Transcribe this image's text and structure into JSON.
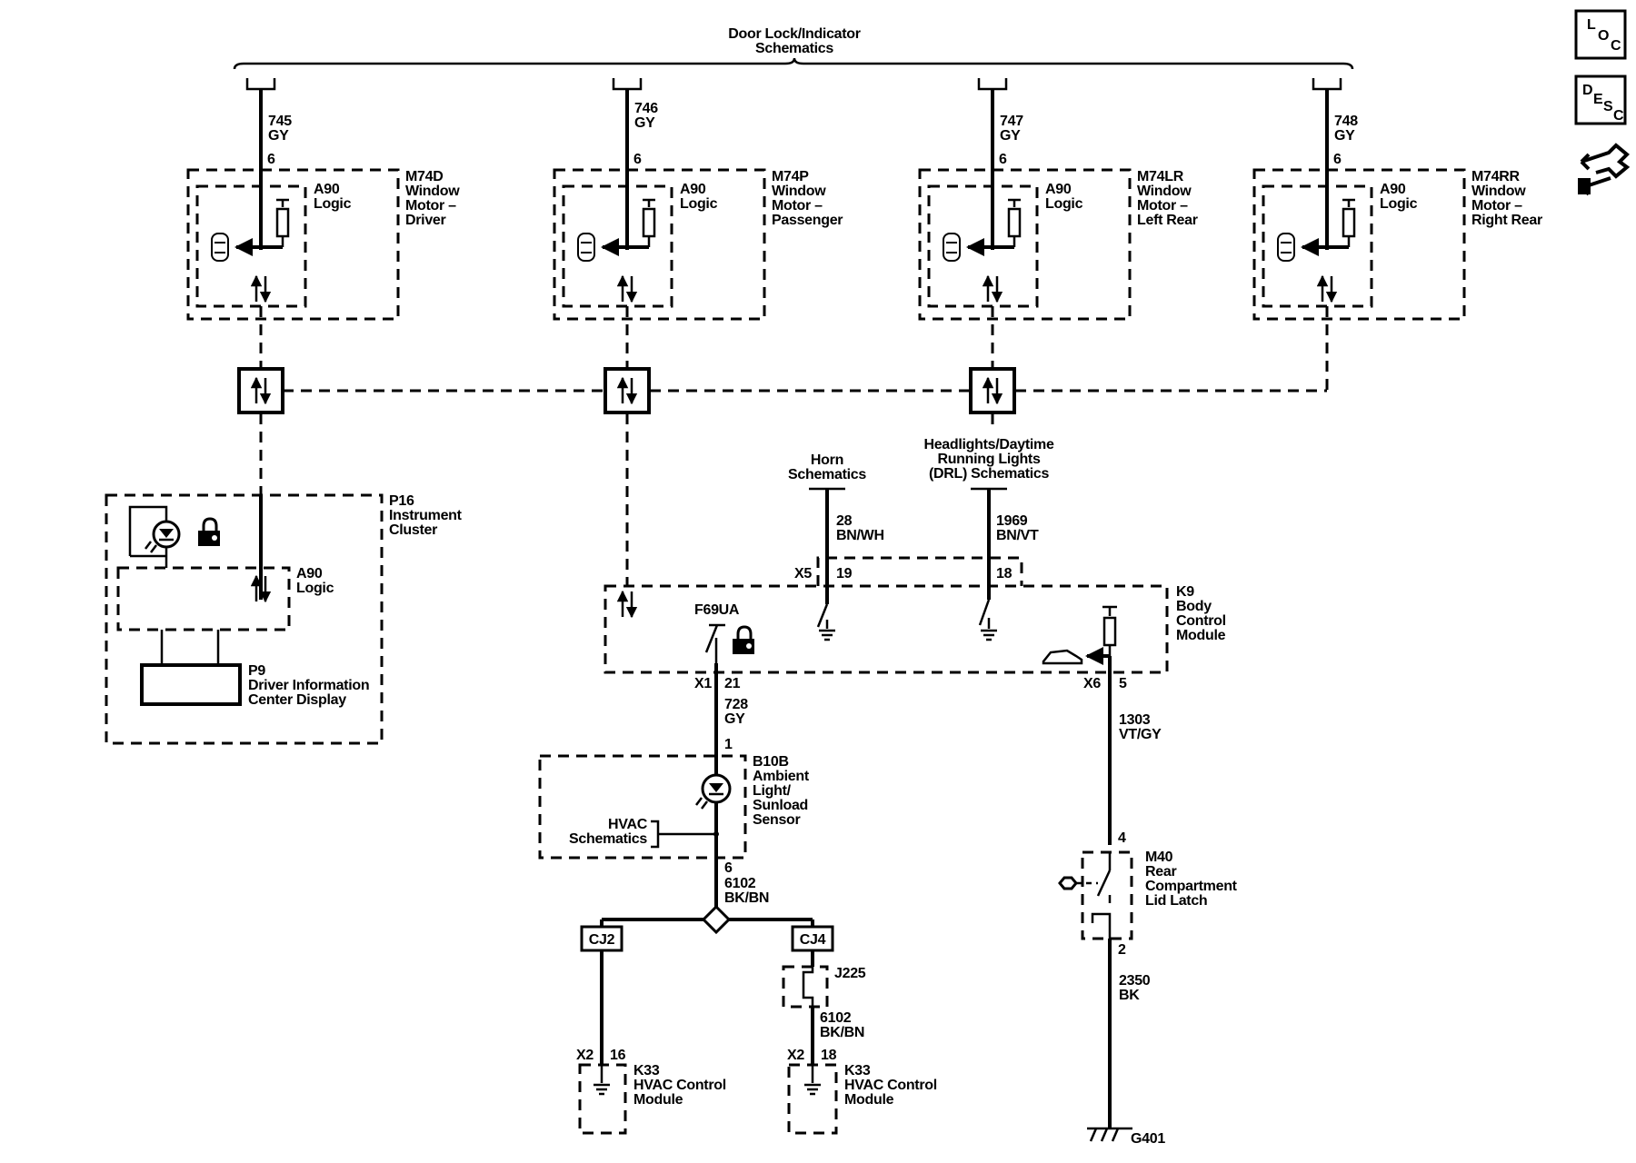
{
  "top_ref": {
    "line1": "Door Lock/Indicator",
    "line2": "Schematics"
  },
  "nav": {
    "loc": {
      "l": "L",
      "o": "O",
      "c": "C"
    },
    "desc": {
      "d": "D",
      "e": "E",
      "s": "S",
      "c": "C"
    }
  },
  "motors": [
    {
      "circuit": "745",
      "color": "GY",
      "pin": "6",
      "logic1": "A90",
      "logic2": "Logic",
      "code": "M74D",
      "name": [
        "Window",
        "Motor –",
        "Driver"
      ]
    },
    {
      "circuit": "746",
      "color": "GY",
      "pin": "6",
      "logic1": "A90",
      "logic2": "Logic",
      "code": "M74P",
      "name": [
        "Window",
        "Motor –",
        "Passenger"
      ]
    },
    {
      "circuit": "747",
      "color": "GY",
      "pin": "6",
      "logic1": "A90",
      "logic2": "Logic",
      "code": "M74LR",
      "name": [
        "Window",
        "Motor –",
        "Left Rear"
      ]
    },
    {
      "circuit": "748",
      "color": "GY",
      "pin": "6",
      "logic1": "A90",
      "logic2": "Logic",
      "code": "M74RR",
      "name": [
        "Window",
        "Motor –",
        "Right Rear"
      ]
    }
  ],
  "cluster": {
    "code": "P16",
    "name": [
      "Instrument",
      "Cluster"
    ],
    "logic1": "A90",
    "logic2": "Logic",
    "dic_code": "P9",
    "dic_name": [
      "Driver Information",
      "Center Display"
    ]
  },
  "horn": {
    "title": [
      "Horn",
      "Schematics"
    ],
    "circuit": "28",
    "color": "BN/WH",
    "pin": "19"
  },
  "headlights": {
    "title": [
      "Headlights/Daytime",
      "Running Lights",
      "(DRL) Schematics"
    ],
    "circuit": "1969",
    "color": "BN/VT",
    "pin": "18"
  },
  "bcm": {
    "code": "K9",
    "name": [
      "Body",
      "Control",
      "Module"
    ],
    "connector_x5": "X5",
    "switch": "F69UA",
    "connector_x1": "X1",
    "pin_x1": "21",
    "connector_x6": "X6",
    "pin_x6": "5"
  },
  "ambient": {
    "circuit": "728",
    "color": "GY",
    "pin_top": "1",
    "code": "B10B",
    "name": [
      "Ambient",
      "Light/",
      "Sunload",
      "Sensor"
    ],
    "hvac_ref": [
      "HVAC",
      "Schematics"
    ],
    "pin_bottom": "6",
    "circuit2": "6102",
    "color2": "BK/BN"
  },
  "splices": {
    "cj2": "CJ2",
    "cj4": "CJ4",
    "j225": "J225",
    "circuit3": "6102",
    "color3": "BK/BN"
  },
  "hvac_left": {
    "connector": "X2",
    "pin": "16",
    "code": "K33",
    "name": [
      "HVAC Control",
      "Module"
    ]
  },
  "hvac_right": {
    "connector": "X2",
    "pin": "18",
    "code": "K33",
    "name": [
      "HVAC Control",
      "Module"
    ]
  },
  "latch": {
    "circuit": "1303",
    "color": "VT/GY",
    "pin_top": "4",
    "code": "M40",
    "name": [
      "Rear",
      "Compartment",
      "Lid Latch"
    ],
    "pin_bottom": "2",
    "circuit2": "2350",
    "color2": "BK",
    "ground": "G401"
  }
}
